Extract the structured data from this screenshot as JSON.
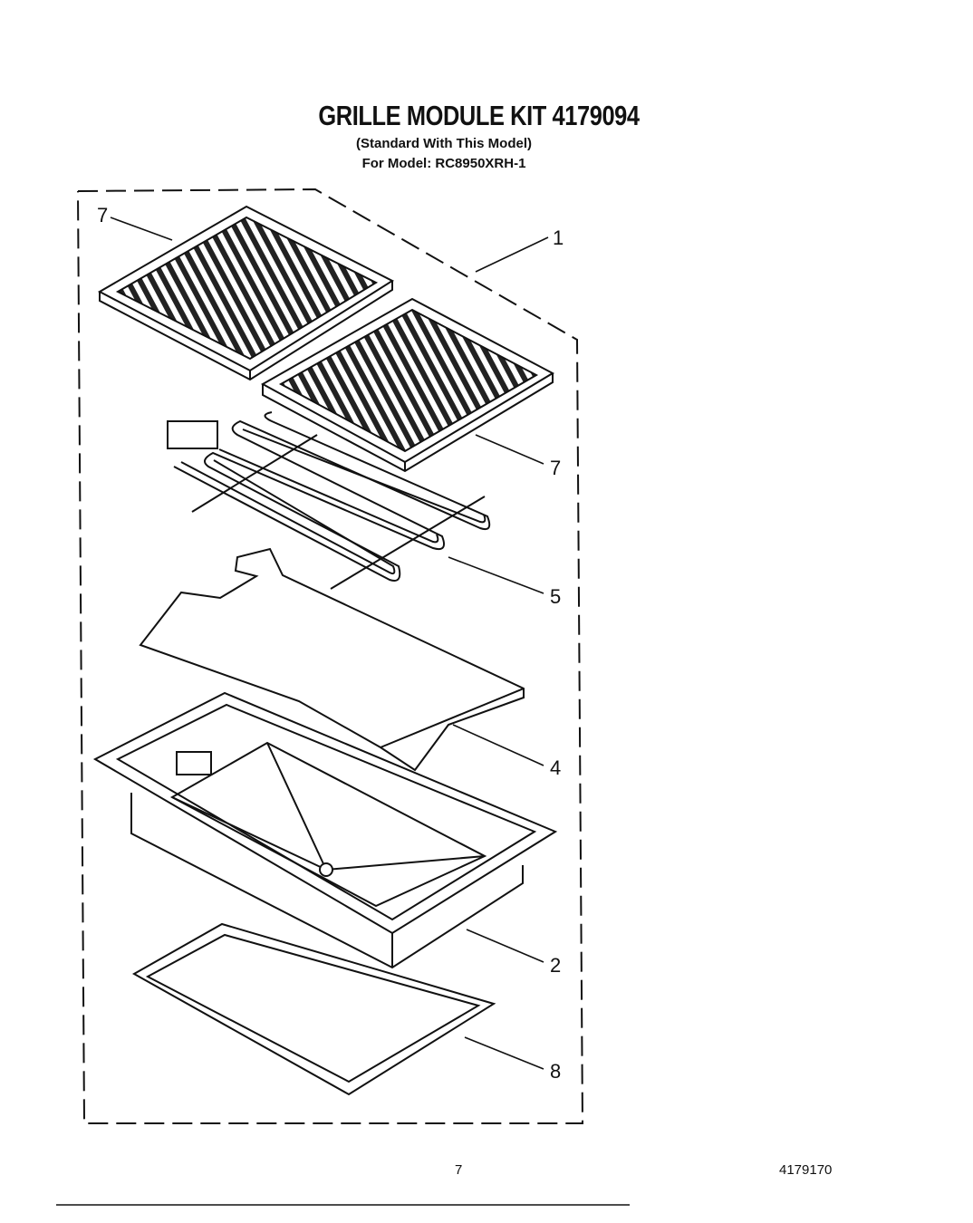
{
  "title": "GRILLE MODULE KIT  4179094",
  "subtitle": "(Standard With This Model)",
  "model_line": "For Model: RC8950XRH-1",
  "callouts": {
    "kit": "1",
    "pan": "2",
    "reflector": "4",
    "element": "5",
    "grate_left": "7",
    "grate_right": "7",
    "drip_tray": "8"
  },
  "page_number": "7",
  "doc_number": "4179170"
}
